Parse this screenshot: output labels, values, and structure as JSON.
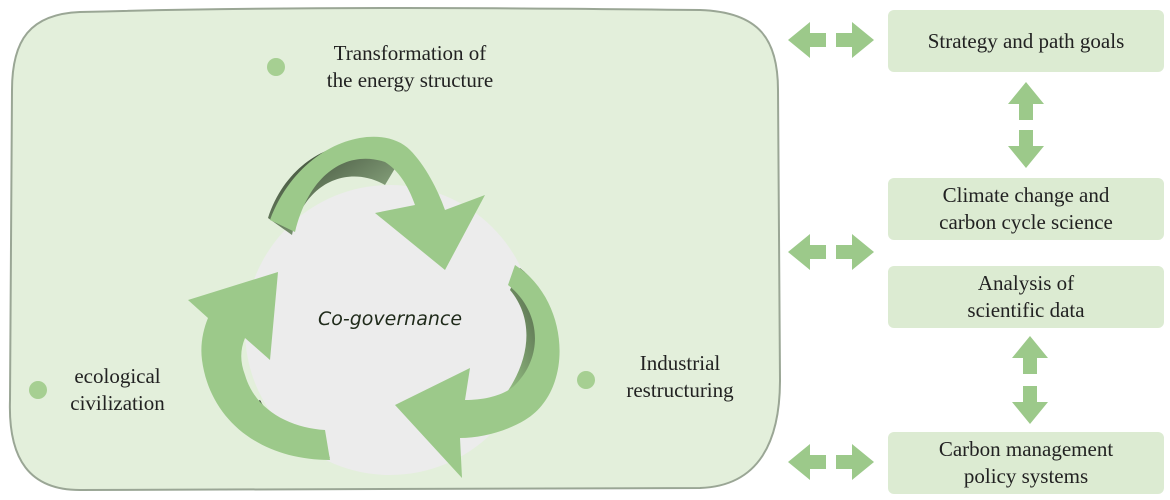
{
  "diagram": {
    "center_label": "Co-governance",
    "cycle_items": [
      {
        "id": "energy",
        "lines": [
          "Transformation of",
          "the energy structure"
        ]
      },
      {
        "id": "industry",
        "lines": [
          "Industrial",
          "restructuring"
        ]
      },
      {
        "id": "ecology",
        "lines": [
          "ecological",
          "civilization"
        ]
      }
    ],
    "boxes": [
      {
        "id": "strategy",
        "lines": [
          "Strategy and path goals"
        ]
      },
      {
        "id": "climate",
        "lines": [
          "Climate change and",
          "carbon cycle science"
        ]
      },
      {
        "id": "analysis",
        "lines": [
          "Analysis of",
          "scientific data"
        ]
      },
      {
        "id": "carbon",
        "lines": [
          "Carbon management",
          "policy systems"
        ]
      }
    ]
  },
  "colors": {
    "panel_fill": "#e3efdb",
    "panel_stroke": "#9aa695",
    "arrow_green": "#9cc98a",
    "box_fill": "#dcebd2",
    "dot_green": "#a6cf92",
    "circle_fill": "#ececec"
  }
}
